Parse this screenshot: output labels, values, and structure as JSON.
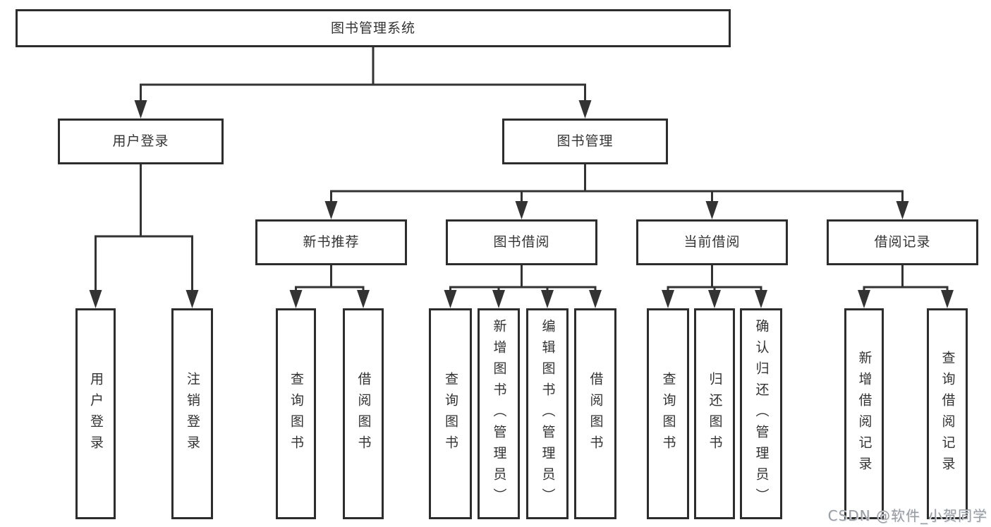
{
  "tree": {
    "root": {
      "label": "图书管理系统",
      "children": [
        {
          "label": "用户登录",
          "children": [
            {
              "label": "用户登录"
            },
            {
              "label": "注销登录"
            }
          ]
        },
        {
          "label": "图书管理",
          "children": [
            {
              "label": "新书推荐",
              "children": [
                {
                  "label": "查询图书"
                },
                {
                  "label": "借阅图书"
                }
              ]
            },
            {
              "label": "图书借阅",
              "children": [
                {
                  "label": "查询图书"
                },
                {
                  "label": "新增图书（管理员）"
                },
                {
                  "label": "编辑图书（管理员）"
                },
                {
                  "label": "借阅图书"
                }
              ]
            },
            {
              "label": "当前借阅",
              "children": [
                {
                  "label": "查询图书"
                },
                {
                  "label": "归还图书"
                },
                {
                  "label": "确认归还（管理员）"
                }
              ]
            },
            {
              "label": "借阅记录",
              "children": [
                {
                  "label": "新增借阅记录"
                },
                {
                  "label": "查询借阅记录"
                }
              ]
            }
          ]
        }
      ]
    }
  },
  "watermark": "CSDN @软件_小贺同学",
  "colors": {
    "line": "#333333",
    "box_border": "#2d2d2d",
    "text": "#333333",
    "watermark": "#989ca3",
    "background": "#ffffff"
  }
}
